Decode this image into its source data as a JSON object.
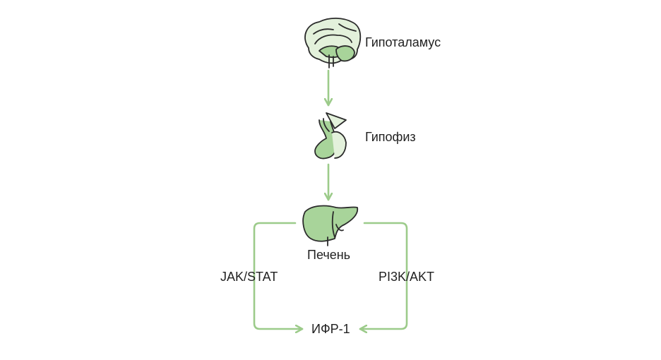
{
  "nodes": {
    "hypothalamus": {
      "label": "Гипоталамус",
      "icon": "brain-icon"
    },
    "pituitary": {
      "label": "Гипофиз",
      "icon": "pituitary-icon"
    },
    "liver": {
      "label": "Печень",
      "icon": "liver-icon"
    },
    "igf1": {
      "label": "ИФР-1"
    }
  },
  "pathways": {
    "left": "JAK/STAT",
    "right": "PI3K/AKT"
  },
  "colors": {
    "connector": "#9ccb8a",
    "icon_fill": "#a8d49a",
    "icon_light": "#e3f1db",
    "outline": "#2b2b2b",
    "text": "#222222"
  }
}
